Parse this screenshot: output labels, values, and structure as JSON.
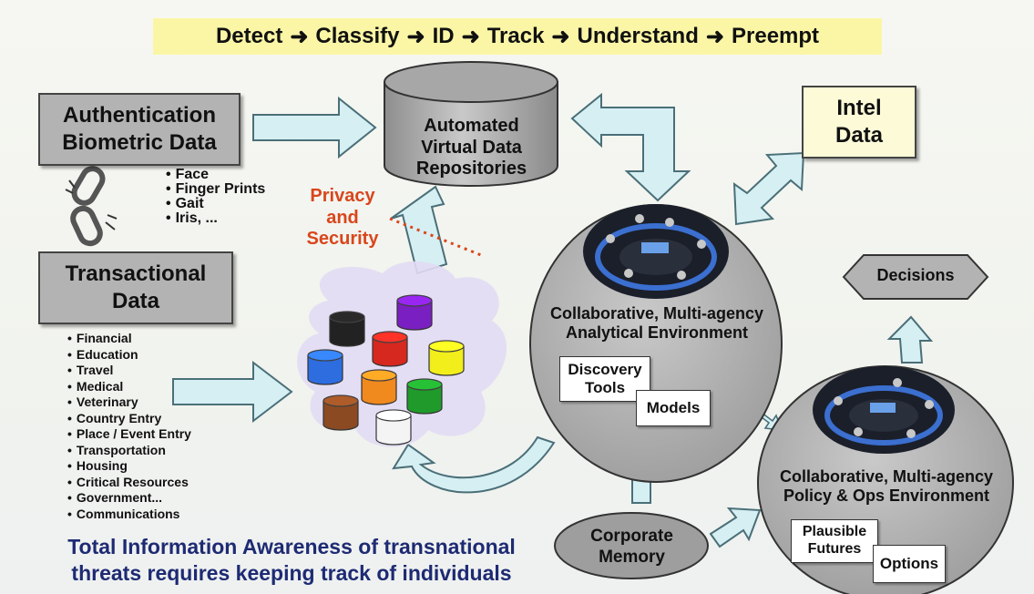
{
  "header": {
    "steps": [
      "Detect",
      "Classify",
      "ID",
      "Track",
      "Understand",
      "Preempt"
    ]
  },
  "boxes": {
    "authentication": [
      "Authentication",
      "Biometric Data"
    ],
    "transactional": [
      "Transactional",
      "Data"
    ],
    "intel": [
      "Intel",
      "Data"
    ]
  },
  "biometric_items": [
    "Face",
    "Finger Prints",
    "Gait",
    "Iris, ..."
  ],
  "transactional_items": [
    "Financial",
    "Education",
    "Travel",
    "Medical",
    "Veterinary",
    "Country Entry",
    "Place / Event Entry",
    "Transportation",
    "Housing",
    "Critical Resources",
    "Government...",
    "Communications"
  ],
  "repository": [
    "Automated",
    "Virtual Data",
    "Repositories"
  ],
  "privacy": [
    "Privacy",
    "and",
    "Security"
  ],
  "analytical": {
    "title": [
      "Collaborative, Multi-agency",
      "Analytical Environment"
    ],
    "discovery": [
      "Discovery",
      "Tools"
    ],
    "models": "Models"
  },
  "policy": {
    "title": [
      "Collaborative, Multi-agency",
      "Policy & Ops Environment"
    ],
    "plausible": [
      "Plausible",
      "Futures"
    ],
    "options": "Options"
  },
  "decisions": "Decisions",
  "corporate_memory": [
    "Corporate",
    "Memory"
  ],
  "caption": [
    "Total Information Awareness of transnational",
    "threats requires keeping track of individuals"
  ],
  "colors": {
    "header_bg": "#fbf6a6",
    "box_gray": "#b3b3b3",
    "arrow_fill": "#d6eff3",
    "arrow_stroke": "#4a6f78",
    "privacy_text": "#d9461b",
    "caption_text": "#1e2a73",
    "cloud": "#e2dcf4",
    "intel_bg": "#fcfad7"
  },
  "icons": [
    "chain-link-icon",
    "database-cylinder-icon",
    "arrow-right-icon",
    "control-room-image"
  ],
  "db_colors": [
    "#222222",
    "#7a1fc1",
    "#2d6de0",
    "#d6281f",
    "#f2ee1c",
    "#f0891e",
    "#1f9a2b",
    "#8b4a22",
    "#f4f4f4"
  ]
}
